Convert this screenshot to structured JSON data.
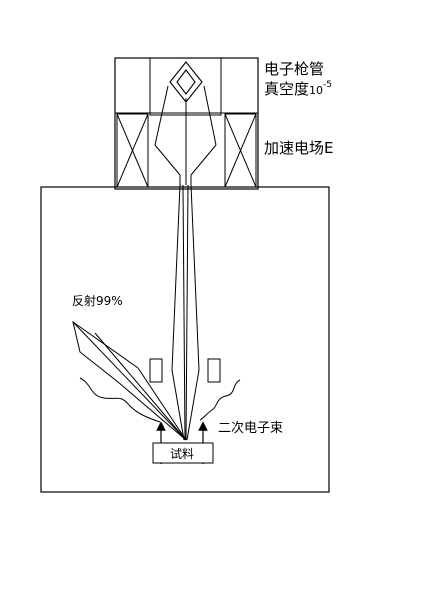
{
  "labels": {
    "gun_tube": "电子枪管",
    "vacuum_prefix": "真空度",
    "vacuum_base": "10",
    "vacuum_exponent": "-5",
    "accel_field": "加速电场E",
    "reflection": "反射99%",
    "secondary_beam": "二次电子束",
    "sample": "试料"
  },
  "colors": {
    "line": "#000000",
    "background": "#ffffff"
  }
}
